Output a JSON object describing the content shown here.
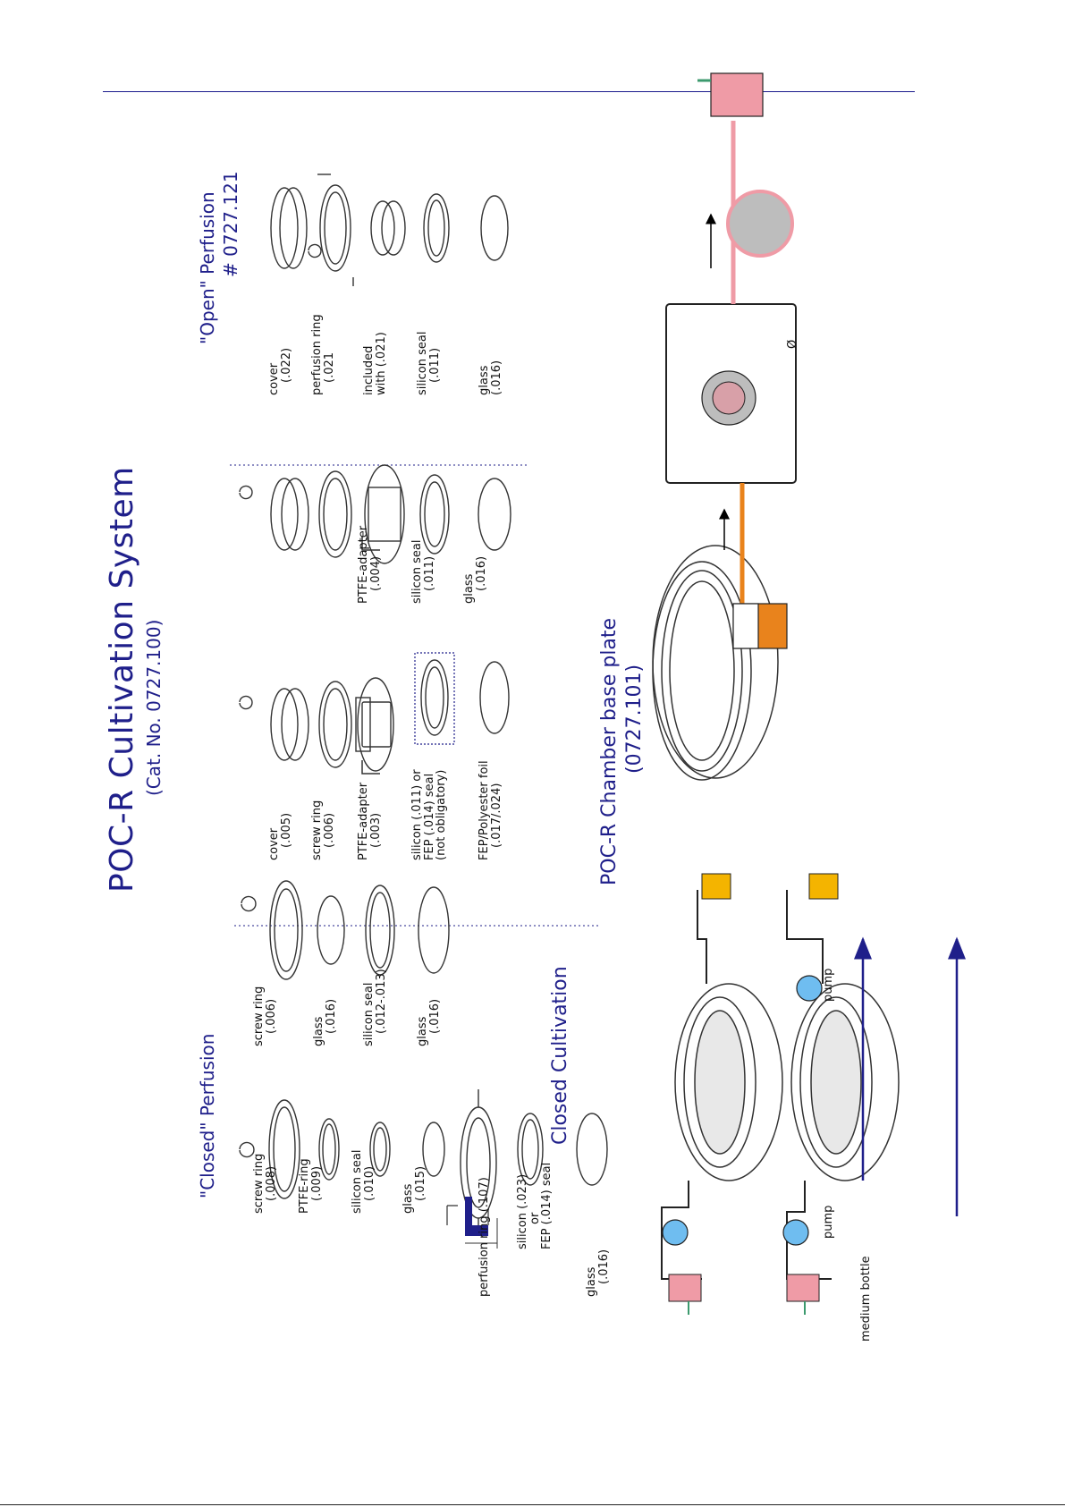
{
  "title": "POC-R Cultivation System",
  "catalog": "(Cat. No. 0727.100)",
  "closed_perfusion": {
    "heading": "\"Closed\" Perfusion",
    "parts": [
      {
        "name": "screw ring",
        "code": "(.008)"
      },
      {
        "name": "PTFE-ring",
        "code": "(.009)"
      },
      {
        "name": "silicon seal",
        "code": "(.010)"
      },
      {
        "name": "glass",
        "code": "(.015)"
      },
      {
        "name": "perfusion ring (.107)",
        "code": ""
      },
      {
        "name": "silicon (.023)",
        "code": "or",
        "code2": "FEP (.014) seal"
      },
      {
        "name": "glass",
        "code": "(.016)"
      }
    ],
    "right_parts": [
      {
        "name": "screw ring",
        "code": "(.006)"
      },
      {
        "name": "glass",
        "code": "(.016)"
      },
      {
        "name": "silicon seal",
        "code": "(.012-.013)"
      },
      {
        "name": "glass",
        "code": "(.016)"
      }
    ]
  },
  "closed_cultivation": {
    "heading": "Closed Cultivation",
    "pump_label": "pump",
    "bottle_label": "medium bottle"
  },
  "middle": {
    "parts": [
      {
        "name": "cover",
        "code": "(.005)"
      },
      {
        "name": "screw ring",
        "code": "(.006)"
      },
      {
        "name": "PTFE-adapter",
        "code": "(.003)"
      },
      {
        "name": "silicon (.011) or",
        "code": "FEP (.014) seal",
        "code2": "(not obligatory)"
      },
      {
        "name": "FEP/Polyester foil",
        "code": "(.017/.024)"
      }
    ],
    "parts_right": [
      {
        "name": "PTFE-adapter",
        "code": "(.004)"
      },
      {
        "name": "silicon seal",
        "code": "(.011)"
      },
      {
        "name": "glass",
        "code": "(.016)"
      }
    ]
  },
  "base_plate": {
    "heading": "POC-R Chamber base plate",
    "code": "(0727.101)"
  },
  "open_perfusion": {
    "heading": "\"Open\" Perfusion",
    "code": "# 0727.121",
    "parts": [
      {
        "name": "cover",
        "code": "(.022)"
      },
      {
        "name": "perfusion ring",
        "code": "(.021"
      },
      {
        "name": "included",
        "code": "with (.021)"
      },
      {
        "name": "silicon seal",
        "code": "(.011)"
      },
      {
        "name": "glass",
        "code": "(.016)"
      }
    ],
    "stage_mark": "Ø"
  },
  "colors": {
    "navy": "#1f1f8a",
    "pink": "#ef9ba6",
    "orange": "#e9831c",
    "yellow": "#f4b400",
    "blue": "#6fbdf0",
    "green": "#3c9a6e",
    "grey": "#bdbdbd"
  }
}
